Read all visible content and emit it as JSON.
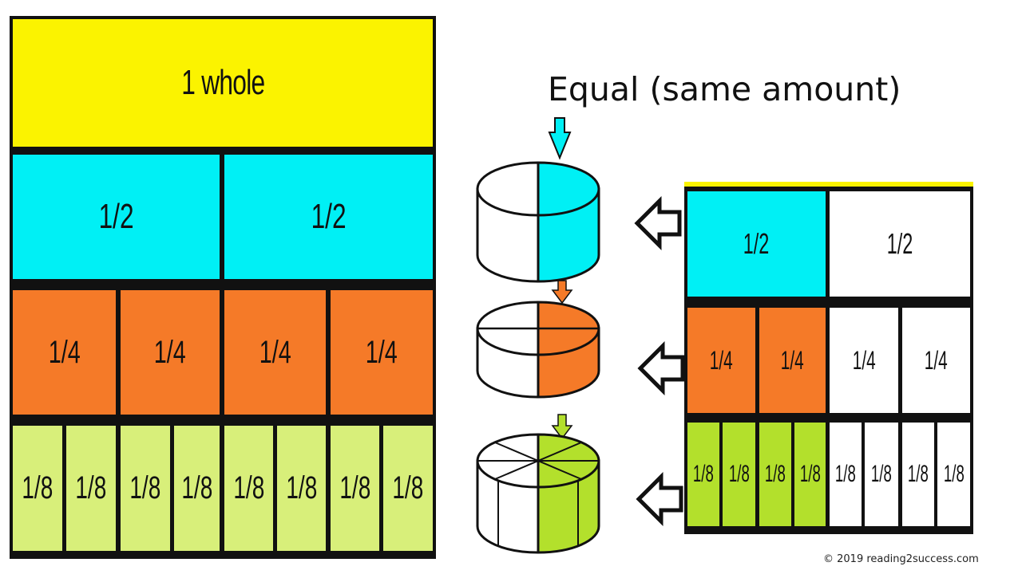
{
  "title": "Equal (same amount)",
  "copyright": "© 2019 reading2success.com",
  "colors": {
    "yellow": "#fbf300",
    "cyan": "#00f0f5",
    "orange": "#f57a28",
    "light_green": "#d8ef7a",
    "green": "#b3e02c",
    "white": "#ffffff",
    "border": "#111111"
  },
  "left_strip": {
    "whole_label": "1 whole",
    "halves": [
      "1/2",
      "1/2"
    ],
    "quarters": [
      "1/4",
      "1/4",
      "1/4",
      "1/4"
    ],
    "eighths": [
      "1/8",
      "1/8",
      "1/8",
      "1/8",
      "1/8",
      "1/8",
      "1/8",
      "1/8"
    ]
  },
  "right_strip": {
    "halves": [
      "1/2",
      "1/2"
    ],
    "quarters": [
      "1/4",
      "1/4",
      "1/4",
      "1/4"
    ],
    "eighths": [
      "1/8",
      "1/8",
      "1/8",
      "1/8",
      "1/8",
      "1/8",
      "1/8",
      "1/8"
    ],
    "shaded_halves": 1,
    "shaded_quarters": 2,
    "shaded_eighths": 4
  },
  "cylinders": [
    {
      "parts": 2,
      "shaded": 1,
      "color": "cyan"
    },
    {
      "parts": 4,
      "shaded": 2,
      "color": "orange"
    },
    {
      "parts": 8,
      "shaded": 4,
      "color": "green"
    }
  ],
  "icons": [
    "arrow-down-icon",
    "arrow-left-icon"
  ]
}
